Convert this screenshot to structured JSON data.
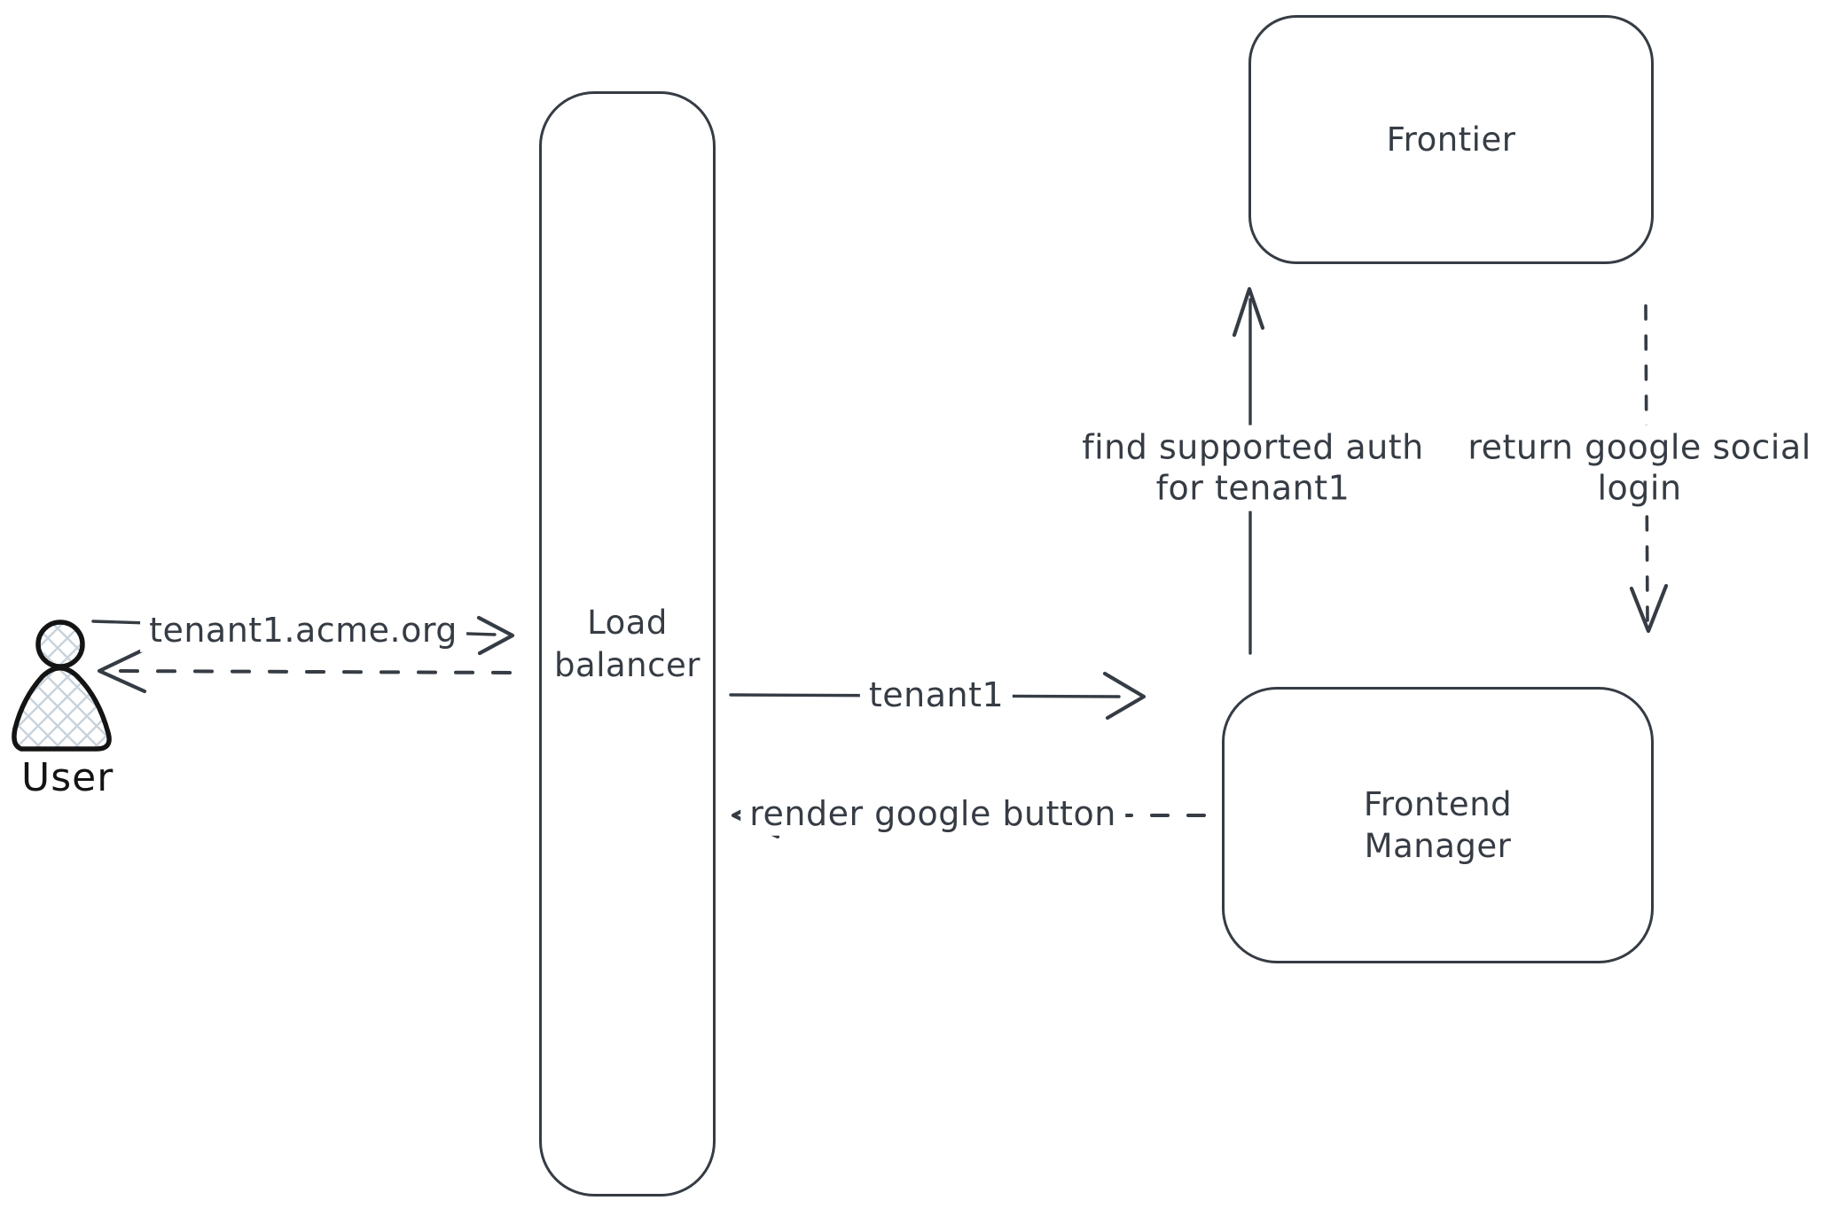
{
  "diagram": {
    "background": "#ffffff",
    "stroke_color": "#363c44",
    "actor_color": "#141414",
    "hatch_fill_color": "#c9d3dc",
    "actor": {
      "label": "User"
    },
    "nodes": {
      "load_balancer": {
        "label_lines": [
          "Load",
          "balancer"
        ]
      },
      "frontier": {
        "label_lines": [
          "Frontier"
        ]
      },
      "frontend_manager": {
        "label_lines": [
          "Frontend",
          "Manager"
        ]
      }
    },
    "edges": {
      "user_request": {
        "label": "tenant1.acme.org",
        "style": "solid",
        "from": "User",
        "to": "Load balancer"
      },
      "lb_response": {
        "label": "",
        "style": "dashed",
        "from": "Load balancer",
        "to": "User"
      },
      "forward_tenant": {
        "label": "tenant1",
        "style": "solid",
        "from": "Load balancer",
        "to": "Frontend Manager"
      },
      "render_button": {
        "label": "render google button",
        "style": "dashed",
        "from": "Frontend Manager",
        "to": "Load balancer"
      },
      "find_auth": {
        "label_lines": [
          "find supported auth",
          "for tenant1"
        ],
        "style": "solid",
        "from": "Frontend Manager",
        "to": "Frontier"
      },
      "return_social": {
        "label_lines": [
          "return google social",
          "login"
        ],
        "style": "dashed",
        "from": "Frontier",
        "to": "Frontend Manager"
      }
    }
  }
}
